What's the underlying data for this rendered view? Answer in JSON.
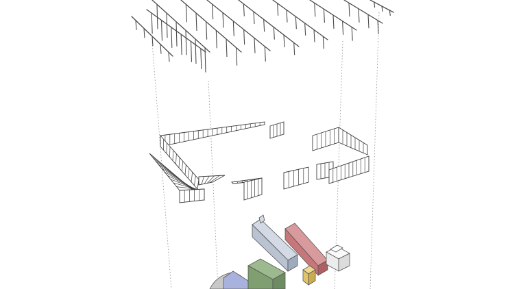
{
  "colors": {
    "background": "#ffffff",
    "linework": "#3c3c3c",
    "guide_lines": "#9a9a9a",
    "volume_blue_grey": "#b9c3d2",
    "volume_red": "#c7777a",
    "volume_green": "#7f9f70",
    "volume_yellow": "#e0c46a",
    "volume_white": "#f2f2f2",
    "volume_periwinkle": "#a9b2dd",
    "volume_grey_dome": "#c8c8c8"
  },
  "layers": [
    {
      "id": "roof-structure",
      "icon": "roof-trusses"
    },
    {
      "id": "facade-walls",
      "icon": "curtain-walls"
    },
    {
      "id": "program-volumes",
      "icon": "colored-blocks"
    }
  ]
}
